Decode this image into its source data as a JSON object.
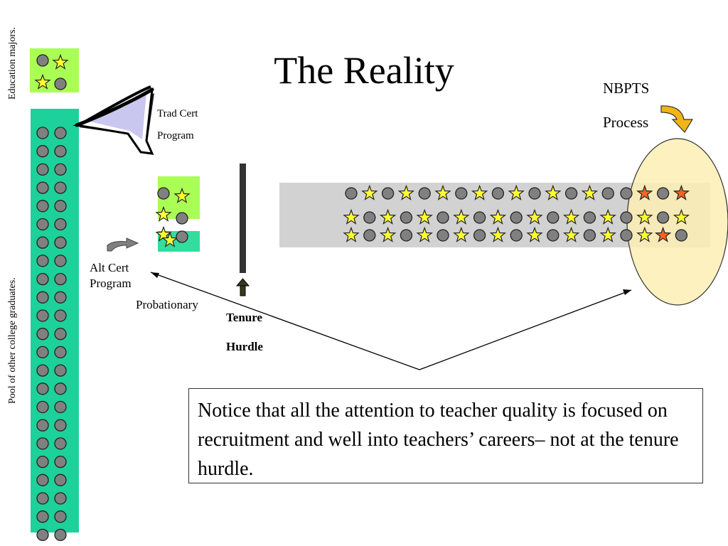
{
  "title": "The Reality",
  "labels": {
    "education_majors": "Education majors.",
    "pool_graduates": "Pool of  other college graduates.",
    "trad_cert": [
      "Trad Cert",
      "Program"
    ],
    "alt_cert": [
      "Alt Cert",
      "Program"
    ],
    "probationary": "Probationary",
    "tenure_hurdle": [
      "Tenure",
      "Hurdle"
    ],
    "nbpts": [
      "NBPTS",
      "Process"
    ]
  },
  "notice": "Notice that all the attention to teacher quality is focused on recruitment and well into teachers’ careers– not at the tenure hurdle.",
  "colors": {
    "teal": "#1dd19a",
    "light_green": "#aaff55",
    "light_teal": "#33dd9e",
    "gray_band": "#d2d2d2",
    "ellipse": "#fdeeb4",
    "star_yellow": "#ffff33",
    "star_orange": "#f26522",
    "circle_gray": "#808080",
    "bar": "#333333",
    "arrow_gold": "#f2b517"
  },
  "band_rows": [
    "cscscscscscscscoOcO",
    "scscscscscscscscscs",
    "scscscscscscscscsOc"
  ],
  "pool_rows": 23
}
